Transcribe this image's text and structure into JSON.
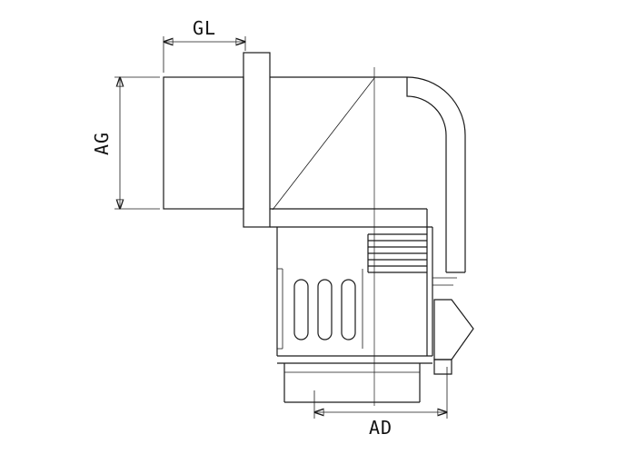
{
  "drawing": {
    "labels": {
      "gl": "GL",
      "ag": "AG",
      "ad": "AD"
    },
    "colors": {
      "line": "#1a1a1a",
      "hatch": "#333333",
      "text": "#111111",
      "background": "#ffffff"
    }
  }
}
